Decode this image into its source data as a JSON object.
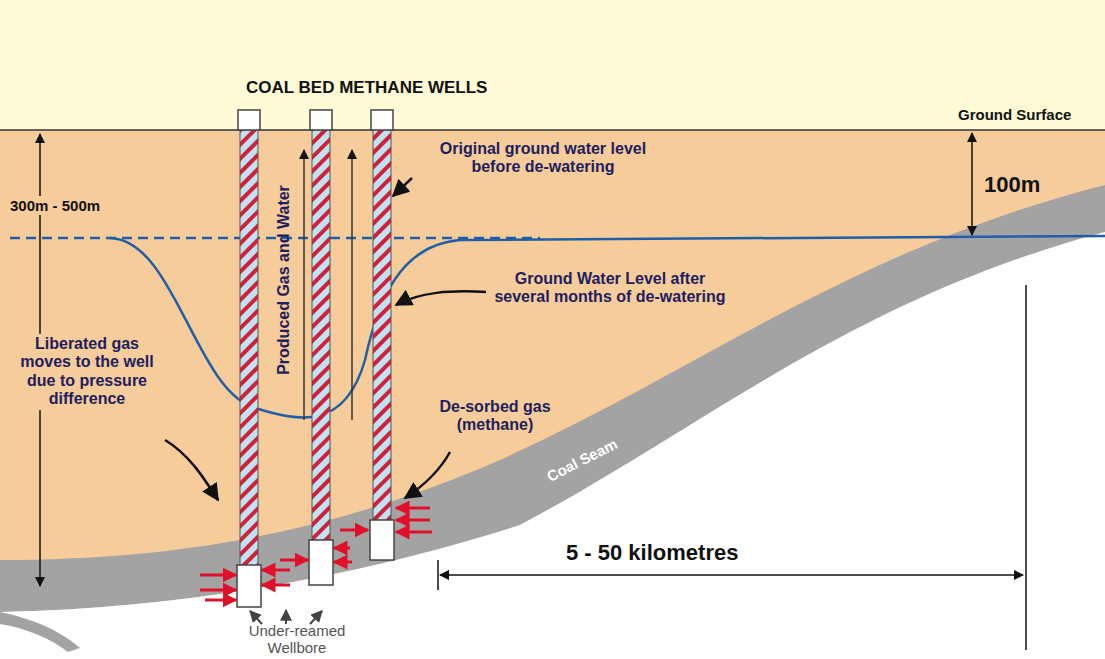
{
  "diagram": {
    "title": "COAL BED METHANE WELLS",
    "labels": [
      "Ground Surface",
      "100m",
      "300m - 500m",
      "Original ground water level before de-watering",
      "Ground Water Level after several months of de-watering",
      "Produced Gas and Water",
      "Liberated gas moves to the well due to pressure difference",
      "De-sorbed gas (methane)",
      "Coal Seam",
      "Under-reamed Wellbore",
      "5 - 50 kilometres"
    ]
  }
}
